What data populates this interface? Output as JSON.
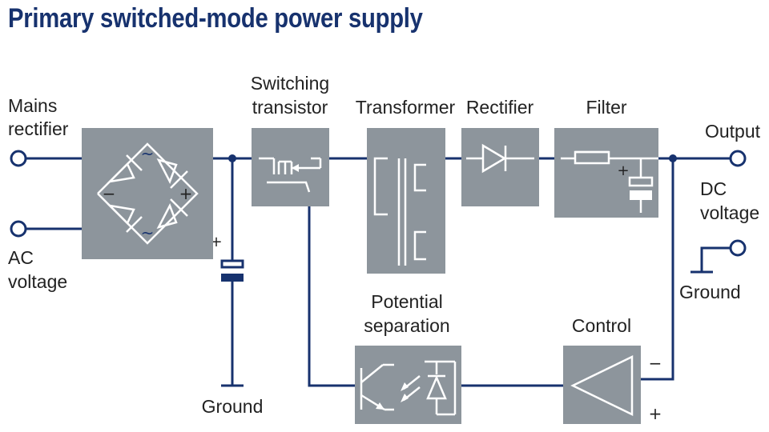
{
  "title": "Primary switched-mode power supply",
  "labels": {
    "mains_rectifier": [
      "Mains",
      "rectifier"
    ],
    "ac_voltage": [
      "AC",
      "voltage"
    ],
    "switching_transistor": [
      "Switching",
      "transistor"
    ],
    "transformer": "Transformer",
    "rectifier": "Rectifier",
    "filter": "Filter",
    "output": "Output",
    "dc_voltage": [
      "DC",
      "voltage"
    ],
    "ground_right": "Ground",
    "ground_bottom": "Ground",
    "potential_separation": [
      "Potential",
      "separation"
    ],
    "control": "Control"
  },
  "signs": {
    "bridge_tilde_top": "~",
    "bridge_tilde_bottom": "~",
    "bridge_minus": "−",
    "bridge_plus": "+",
    "capacitor_plus": "+",
    "filter_plus": "+",
    "control_minus": "−",
    "control_plus": "+"
  },
  "colors": {
    "wire": "#17326e",
    "block": "#8d959c",
    "title": "#17326e",
    "text": "#222222"
  }
}
